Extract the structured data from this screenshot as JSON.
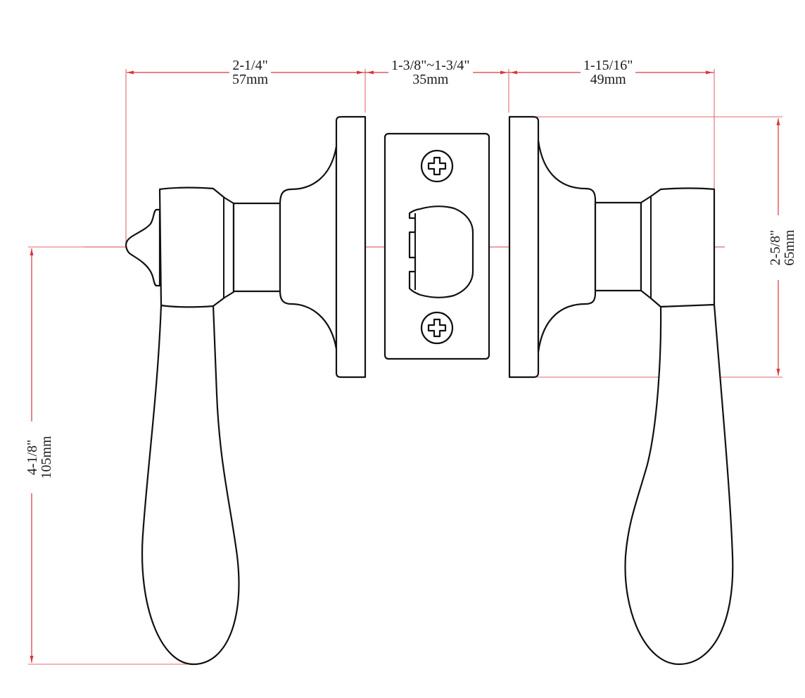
{
  "diagram": {
    "subject": "Lever door handle set dimension drawing",
    "colors": {
      "outline": "#111111",
      "dimension_line": "#d9363e",
      "background": "#ffffff"
    },
    "dimensions": {
      "lever_projection": {
        "imperial": "2-1/4\"",
        "metric": "57mm"
      },
      "door_thickness": {
        "imperial": "1-3/8\"~1-3/4\"",
        "metric": "35mm"
      },
      "lever_projection_right": {
        "imperial": "1-15/16\"",
        "metric": "49mm"
      },
      "rosette_diameter": {
        "imperial": "2-5/8\"",
        "metric": "65mm"
      },
      "lever_length": {
        "imperial": "4-1/8\"",
        "metric": "105mm"
      }
    },
    "parts": [
      "left-lever-handle",
      "left-rosette",
      "latch-faceplate",
      "right-rosette",
      "right-lever-handle"
    ],
    "icons": [
      "phillips-screw-icon",
      "phillips-screw-icon"
    ]
  }
}
